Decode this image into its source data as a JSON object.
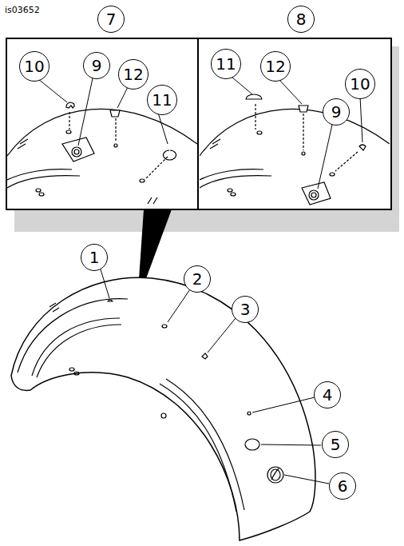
{
  "diagram": {
    "nodes": [
      {
        "text": [
          "7"
        ]
      },
      {
        "text": [
          "8"
        ]
      },
      {
        "text": [
          "10"
        ]
      },
      {
        "text": [
          "9"
        ]
      },
      {
        "text": [
          "12"
        ]
      },
      {
        "text": [
          "11"
        ]
      },
      {
        "text": [
          "11"
        ]
      },
      {
        "text": [
          "12"
        ]
      },
      {
        "text": [
          "10"
        ]
      },
      {
        "text": [
          "9"
        ]
      },
      {
        "text": [
          "1"
        ]
      },
      {
        "text": [
          "2"
        ]
      },
      {
        "text": [
          "3"
        ]
      },
      {
        "text": [
          "4"
        ]
      },
      {
        "text": [
          "5"
        ]
      },
      {
        "text": [
          "6"
        ]
      }
    ],
    "labels": [
      "is03652"
    ]
  }
}
